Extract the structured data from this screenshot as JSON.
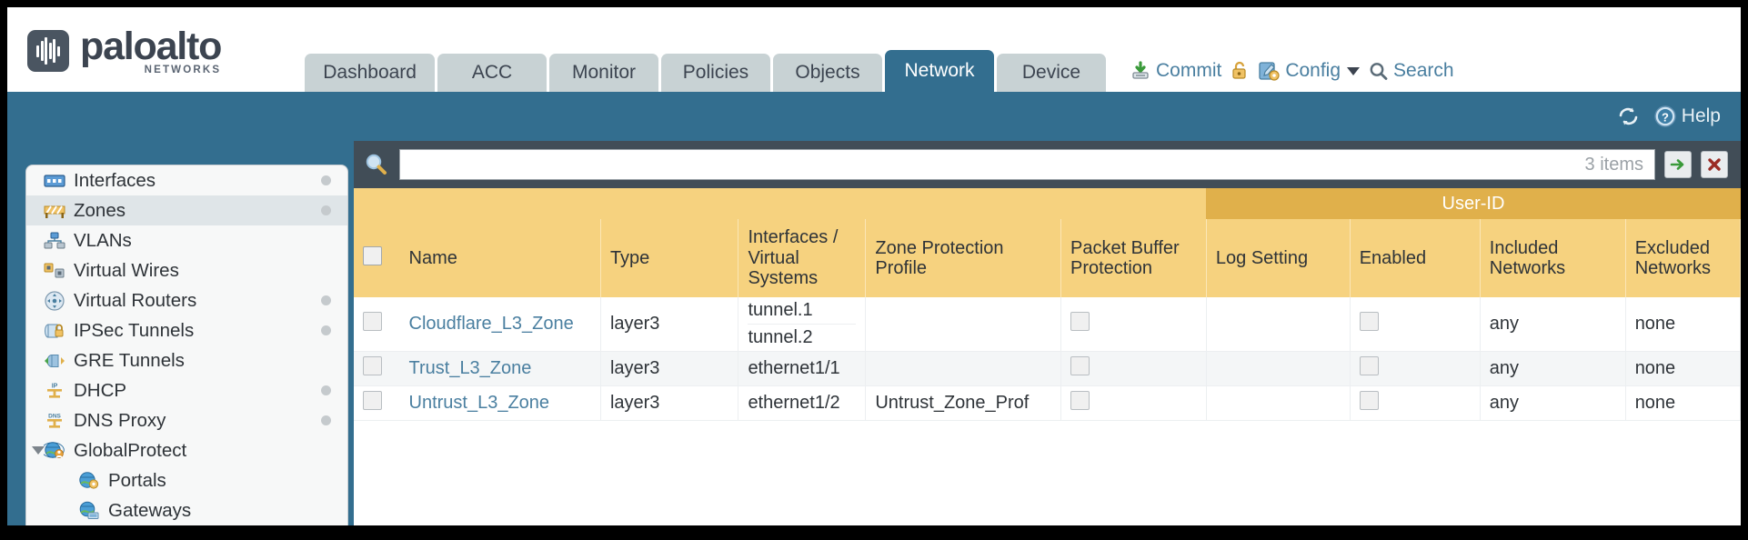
{
  "brand": {
    "name": "paloalto",
    "tagline": "NETWORKS",
    "registered": "®"
  },
  "tabs": [
    {
      "label": "Dashboard",
      "active": false
    },
    {
      "label": "ACC",
      "active": false
    },
    {
      "label": "Monitor",
      "active": false
    },
    {
      "label": "Policies",
      "active": false
    },
    {
      "label": "Objects",
      "active": false
    },
    {
      "label": "Network",
      "active": true
    },
    {
      "label": "Device",
      "active": false
    }
  ],
  "header_actions": {
    "commit": "Commit",
    "config": "Config",
    "search": "Search",
    "lock_icon": "unlock-icon",
    "commit_icon": "commit-icon",
    "config_icon": "config-wrench-icon",
    "search_icon": "search-icon"
  },
  "blueband": {
    "refresh_icon": "refresh-icon",
    "help": "Help",
    "help_icon": "help-icon"
  },
  "sidebar": {
    "items": [
      {
        "label": "Interfaces",
        "icon": "interfaces-icon",
        "selected": false,
        "dot": true,
        "child": false,
        "twisty": false
      },
      {
        "label": "Zones",
        "icon": "zones-icon",
        "selected": true,
        "dot": true,
        "child": false,
        "twisty": false
      },
      {
        "label": "VLANs",
        "icon": "vlans-icon",
        "selected": false,
        "dot": false,
        "child": false,
        "twisty": false
      },
      {
        "label": "Virtual Wires",
        "icon": "virtual-wires-icon",
        "selected": false,
        "dot": false,
        "child": false,
        "twisty": false
      },
      {
        "label": "Virtual Routers",
        "icon": "virtual-routers-icon",
        "selected": false,
        "dot": true,
        "child": false,
        "twisty": false
      },
      {
        "label": "IPSec Tunnels",
        "icon": "ipsec-tunnels-icon",
        "selected": false,
        "dot": true,
        "child": false,
        "twisty": false
      },
      {
        "label": "GRE Tunnels",
        "icon": "gre-tunnels-icon",
        "selected": false,
        "dot": false,
        "child": false,
        "twisty": false
      },
      {
        "label": "DHCP",
        "icon": "dhcp-icon",
        "selected": false,
        "dot": true,
        "child": false,
        "twisty": false
      },
      {
        "label": "DNS Proxy",
        "icon": "dns-proxy-icon",
        "selected": false,
        "dot": true,
        "child": false,
        "twisty": false
      },
      {
        "label": "GlobalProtect",
        "icon": "globalprotect-icon",
        "selected": false,
        "dot": false,
        "child": false,
        "twisty": true
      },
      {
        "label": "Portals",
        "icon": "portals-icon",
        "selected": false,
        "dot": false,
        "child": true,
        "twisty": false
      },
      {
        "label": "Gateways",
        "icon": "gateways-icon",
        "selected": false,
        "dot": false,
        "child": true,
        "twisty": false
      }
    ]
  },
  "filterbar": {
    "search_icon": "search-icon",
    "value": "",
    "placeholder": "",
    "items_count": "3 items",
    "apply_icon": "apply-arrow-icon",
    "clear_icon": "clear-x-icon"
  },
  "table": {
    "group_header": {
      "user_id": "User-ID"
    },
    "columns": [
      "Name",
      "Type",
      "Interfaces / Virtual Systems",
      "Zone Protection Profile",
      "Packet Buffer Protection",
      "Log Setting",
      "Enabled",
      "Included Networks",
      "Excluded Networks"
    ],
    "rows": [
      {
        "name": "Cloudflare_L3_Zone",
        "type": "layer3",
        "interfaces": [
          "tunnel.1",
          "tunnel.2"
        ],
        "zone_protection_profile": "",
        "packet_buffer_protection": false,
        "log_setting": "",
        "user_id_enabled": false,
        "included_networks": "any",
        "excluded_networks": "none"
      },
      {
        "name": "Trust_L3_Zone",
        "type": "layer3",
        "interfaces": [
          "ethernet1/1"
        ],
        "zone_protection_profile": "",
        "packet_buffer_protection": false,
        "log_setting": "",
        "user_id_enabled": false,
        "included_networks": "any",
        "excluded_networks": "none"
      },
      {
        "name": "Untrust_L3_Zone",
        "type": "layer3",
        "interfaces": [
          "ethernet1/2"
        ],
        "zone_protection_profile": "Untrust_Zone_Prof",
        "packet_buffer_protection": false,
        "log_setting": "",
        "user_id_enabled": false,
        "included_networks": "any",
        "excluded_networks": "none"
      }
    ]
  },
  "colors": {
    "brand_blue": "#336e8f",
    "tab_inactive": "#c8d2d4",
    "header_yellow": "#f6d27f",
    "group_header_yellow": "#e0b04b",
    "link_blue": "#4a7fa0",
    "filterbar_dark": "#414d57"
  }
}
